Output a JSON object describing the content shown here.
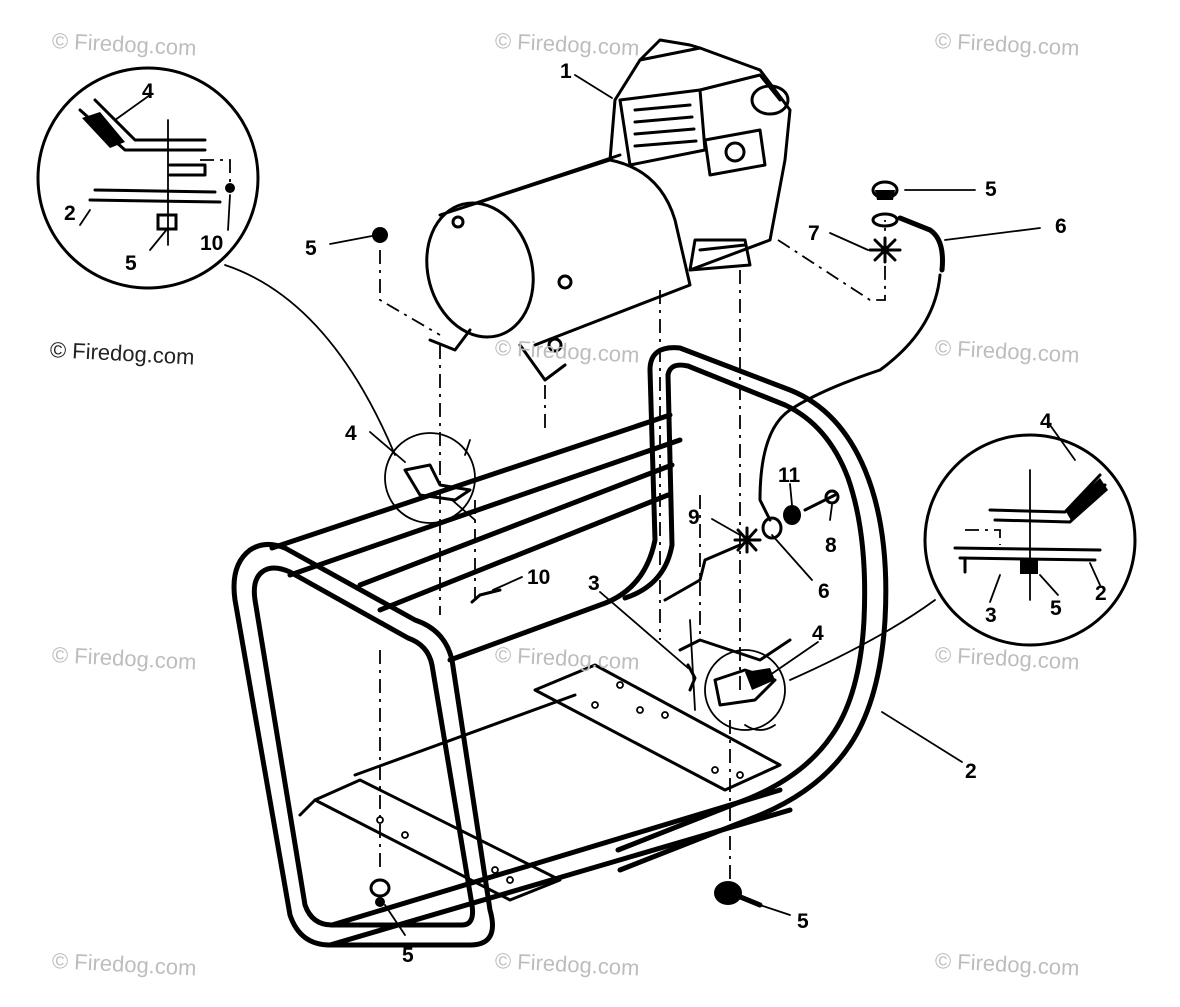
{
  "watermark": {
    "text": "© Firedog.com"
  },
  "callouts": {
    "c1": "1",
    "c2_main": "2",
    "c5_motor_left": "5",
    "c5_right_top": "5",
    "c7": "7",
    "c6_top": "6",
    "c4_inset_left": "4",
    "c2_inset_left": "2",
    "c10_inset_left": "10",
    "c5_inset_left": "5",
    "c4_bracket_left": "4",
    "c10_frame": "10",
    "c9": "9",
    "c11": "11",
    "c8": "8",
    "c6_mid": "6",
    "c3_frame": "3",
    "c4_bracket_right": "4",
    "c4_inset_right": "4",
    "c3_inset_right": "3",
    "c5_inset_right": "5",
    "c2_inset_right": "2",
    "c5_bottom_left": "5",
    "c5_bottom_right": "5"
  },
  "colors": {
    "ink": "#000000",
    "watermark": "#bdbdbd",
    "background": "#ffffff"
  }
}
